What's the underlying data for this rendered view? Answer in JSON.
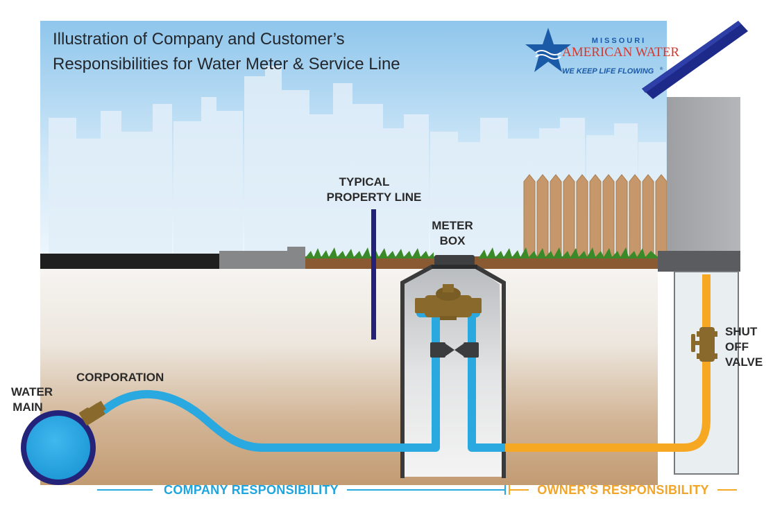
{
  "title": {
    "line1": "Illustration of Company and Customer’s",
    "line2": "Responsibilities for Water Meter & Service Line"
  },
  "logo": {
    "top": "MISSOURI",
    "name": "AMERICAN WATER",
    "tagline": "WE KEEP LIFE FLOWING",
    "tagline_mark": "®"
  },
  "labels": {
    "property_line": [
      "TYPICAL",
      "PROPERTY LINE"
    ],
    "meter_box": [
      "METER",
      "BOX"
    ],
    "shut_off_valve": [
      "SHUT",
      "OFF",
      "VALVE"
    ],
    "corporation": "CORPORATION",
    "water_main": [
      "WATER",
      "MAIN"
    ]
  },
  "responsibility": {
    "company": "COMPANY RESPONSIBILITY",
    "owner": "OWNER’S RESPONSIBILITY"
  },
  "colors": {
    "company_pipe": "#2aa8e0",
    "owner_pipe": "#f7a823",
    "company_text": "#1ea5df",
    "owner_text": "#f2a52a",
    "property_line": "#23217a",
    "brass": "#8a6a2c",
    "logo_blue": "#1b5aa6",
    "logo_red": "#d23a2f"
  }
}
